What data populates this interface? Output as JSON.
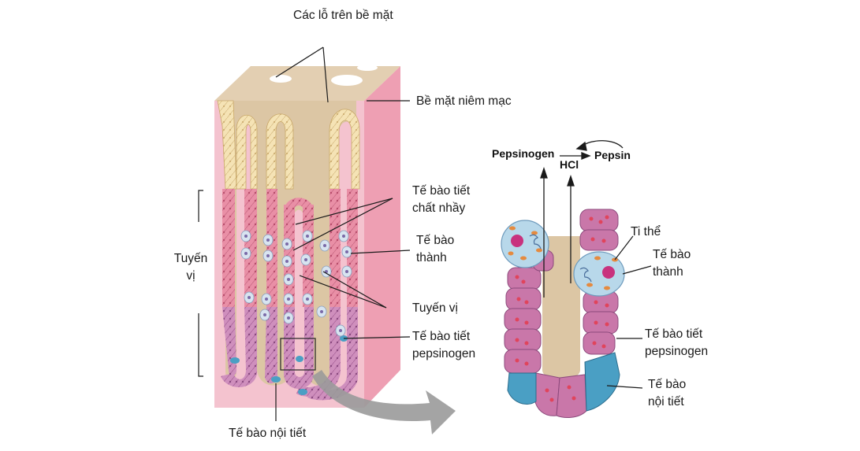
{
  "labels": {
    "surface_pits": "Các lỗ trên bề mặt",
    "mucosa_surface": "Bề mặt niêm mạc",
    "gastric_gland_left_1": "Tuyến",
    "gastric_gland_left_2": "vị",
    "mucus_cell_1": "Tế bào tiết",
    "mucus_cell_2": "chất nhầy",
    "parietal_cell_1": "Tế bào",
    "parietal_cell_2": "thành",
    "gastric_gland_right": "Tuyến vị",
    "chief_cell_1": "Tế bào tiết",
    "chief_cell_2": "pepsinogen",
    "endocrine_cell_bottom": "Tế bào nội tiết",
    "pepsinogen": "Pepsinogen",
    "hcl": "HCl",
    "pepsin": "Pepsin",
    "mitochondria": "Ti thể",
    "inset_parietal_1": "Tế bào",
    "inset_parietal_2": "thành",
    "inset_chief_1": "Tế bào tiết",
    "inset_chief_2": "pepsinogen",
    "inset_endocrine_1": "Tế bào",
    "inset_endocrine_2": "nội tiết"
  },
  "colors": {
    "tissue_pink": "#f4c3cf",
    "tissue_side": "#ee9fb3",
    "top_surface": "#e3cfb2",
    "lumen": "#dcc6a4",
    "mucus_cells": "#f5e3b5",
    "pink_cells": "#e27f97",
    "chief_cells": "#c77fb2",
    "parietal_cells": "#b8d8ea",
    "endocrine_cells": "#4a9fc4",
    "arrow_gray": "#9a9a9a"
  }
}
